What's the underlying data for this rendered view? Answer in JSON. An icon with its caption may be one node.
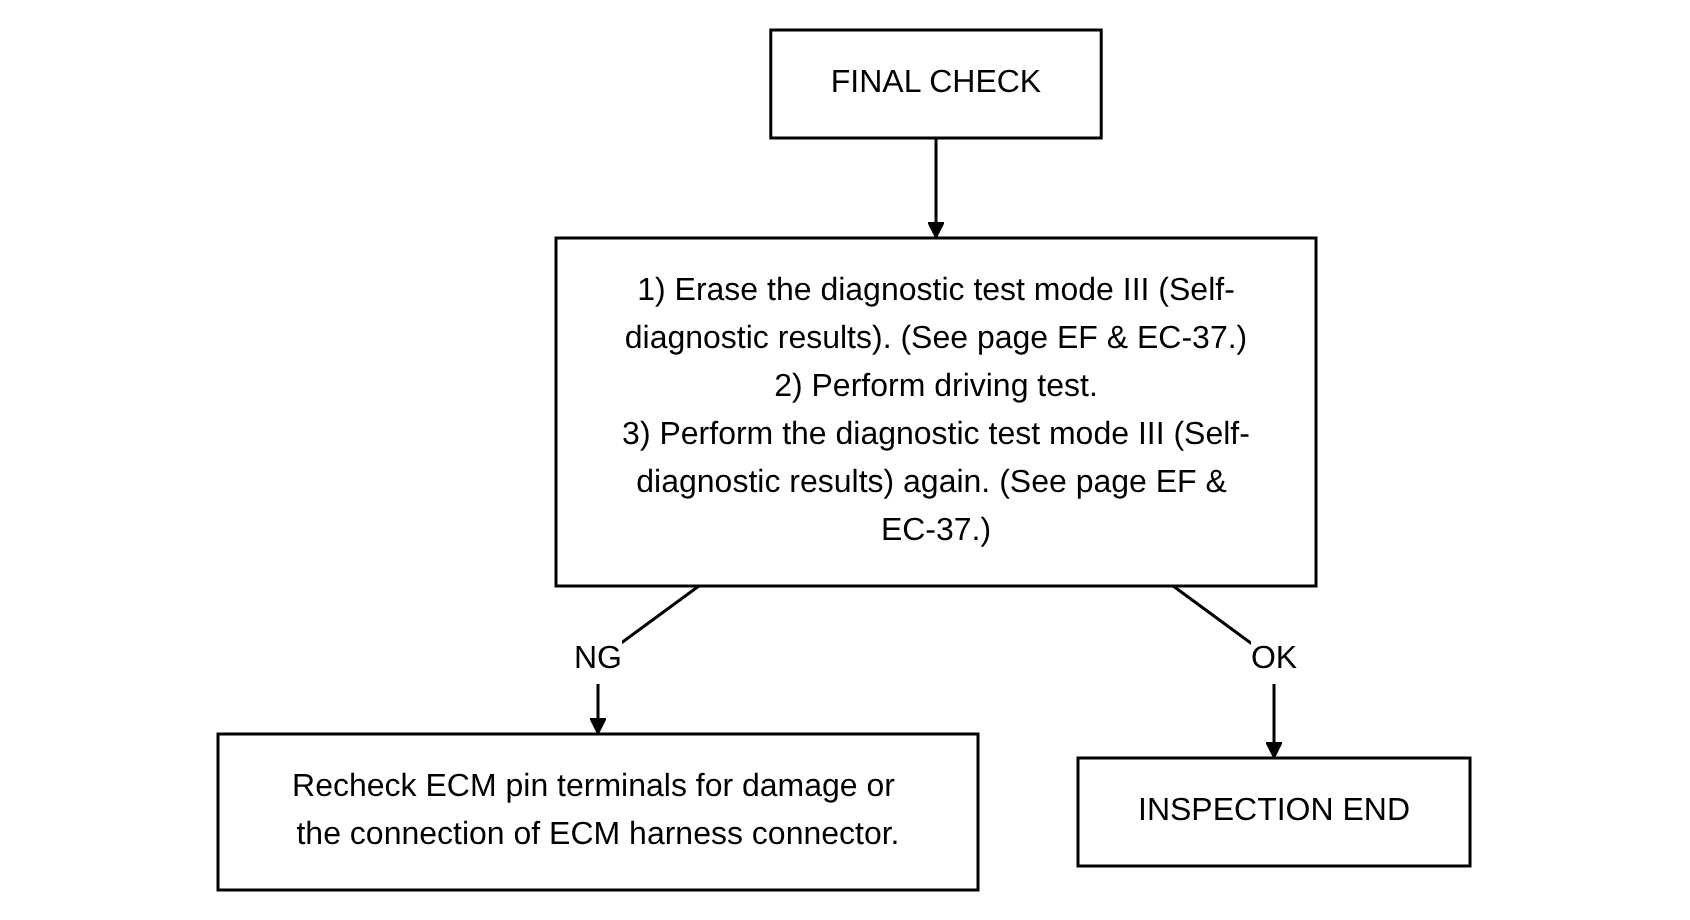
{
  "diagram": {
    "nodes": [
      {
        "text": [
          "FINAL CHECK"
        ]
      },
      {
        "text": [
          "1) Erase the diagnostic test mode III (Self-diagnostic results). (See page EF & EC-37.)",
          "2) Perform driving test.",
          "3) Perform the diagnostic test mode III (Self-diagnostic results) again. (See page EF & EC-37.)"
        ]
      },
      {
        "text": [
          "Recheck ECM pin terminals for damage or the connection of ECM harness connector."
        ]
      },
      {
        "text": [
          "INSPECTION END"
        ]
      }
    ],
    "edges": [
      {
        "from": 0,
        "to": 1,
        "arrow": "to"
      },
      {
        "from": 1,
        "to": 2,
        "arrow": "to",
        "label": "NG"
      },
      {
        "from": 1,
        "to": 3,
        "arrow": "to",
        "label": "OK"
      }
    ]
  }
}
